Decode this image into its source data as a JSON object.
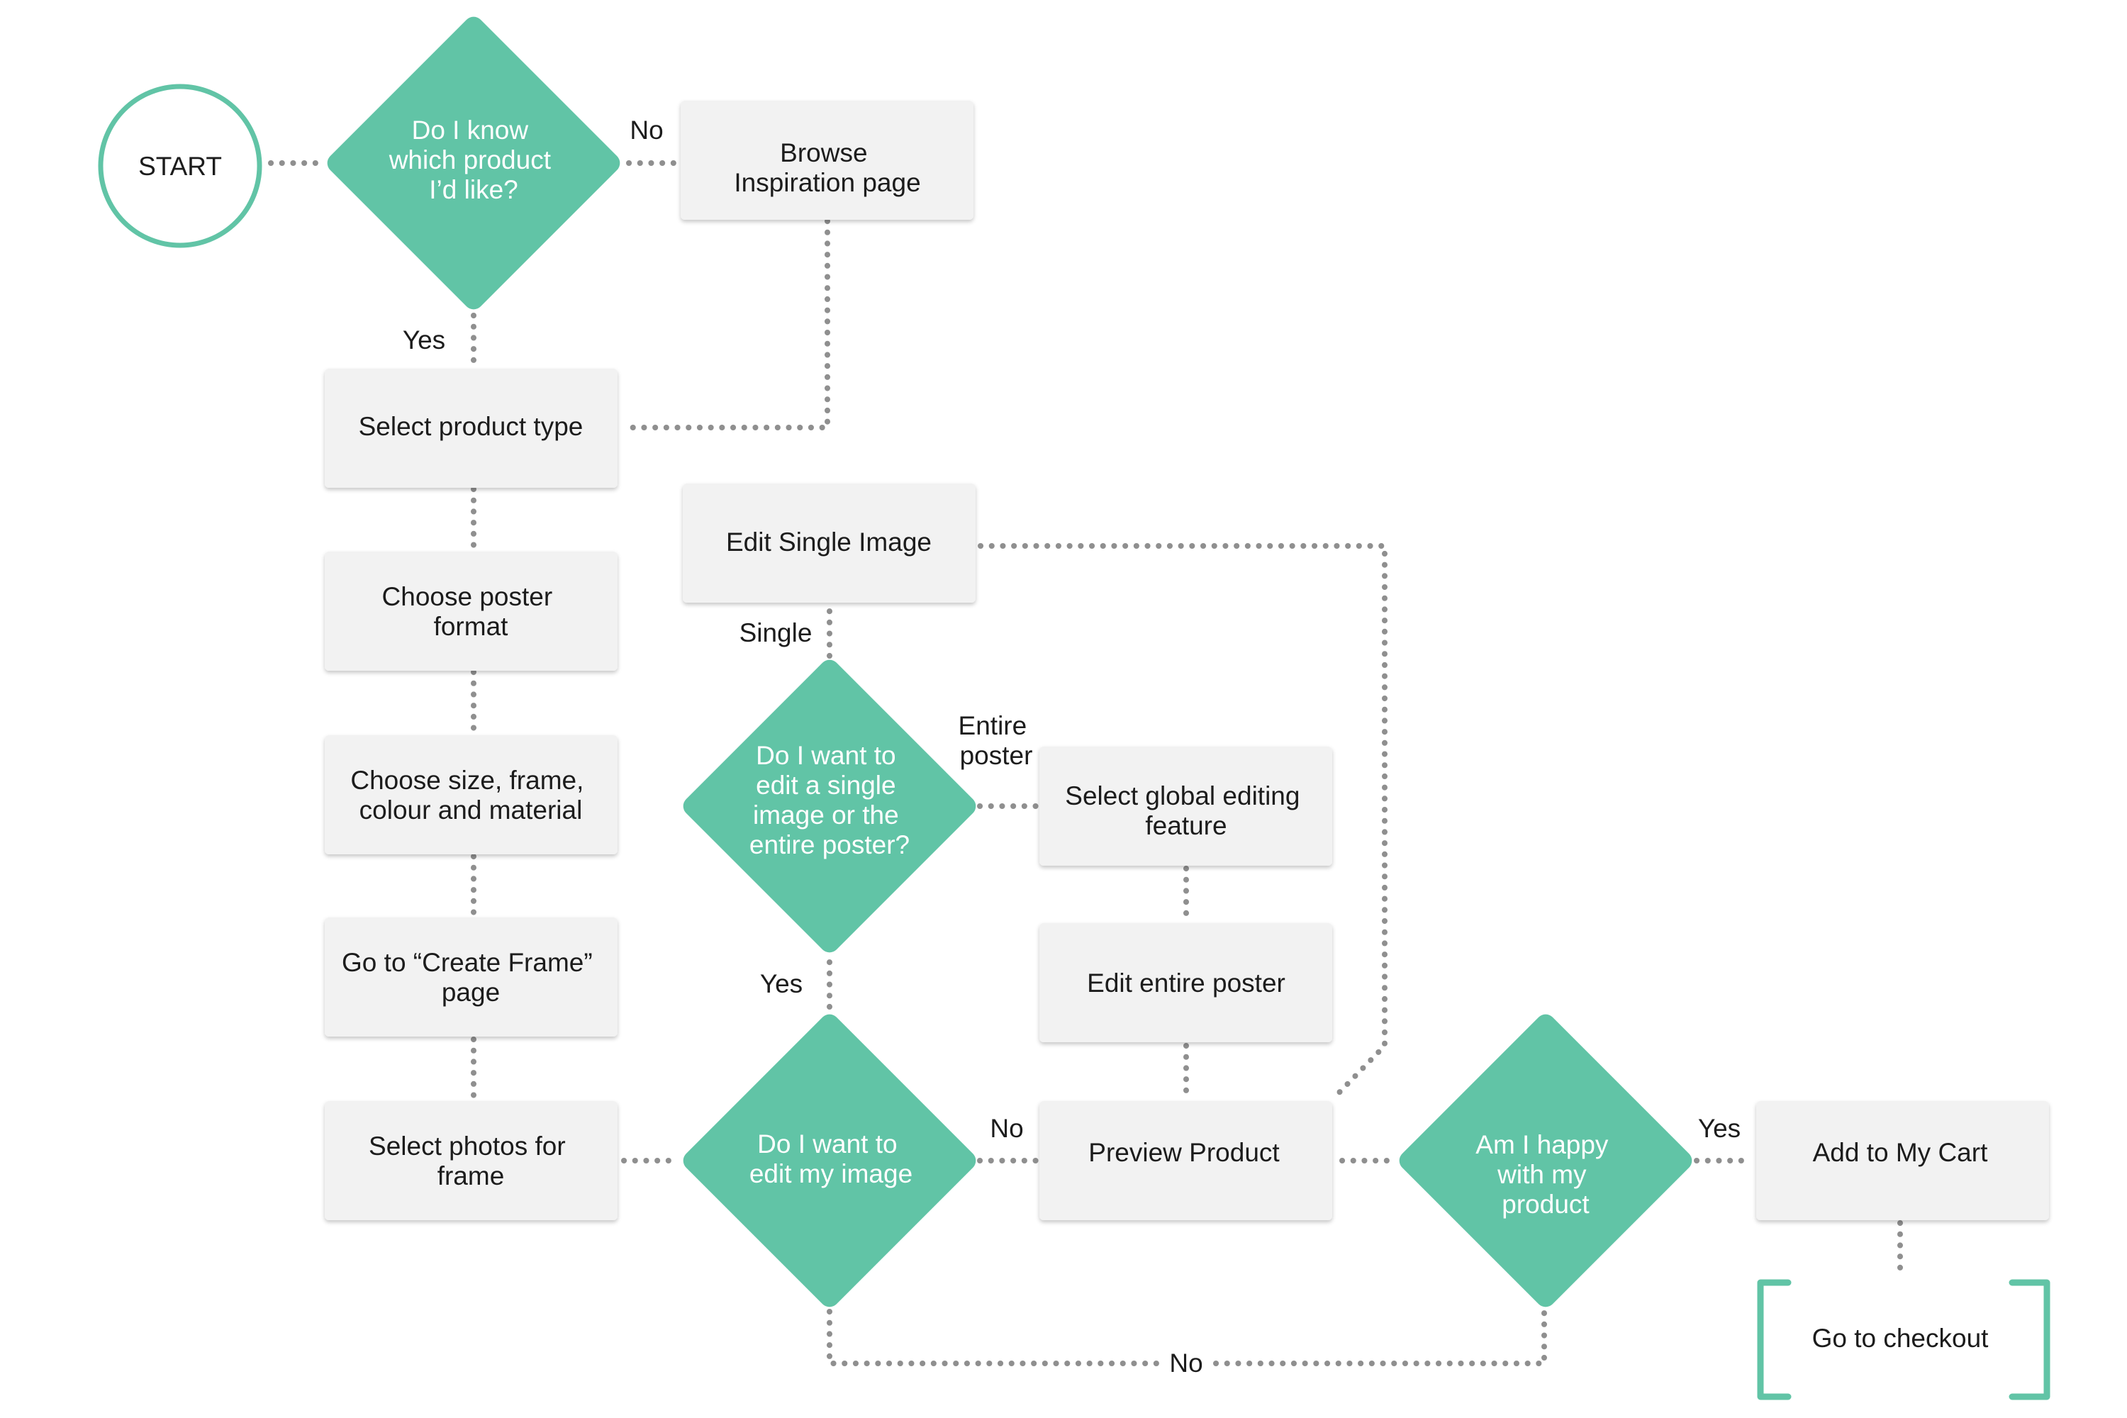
{
  "start": {
    "label": "START"
  },
  "diamonds": {
    "know_product": [
      "Do I know",
      "which product",
      "I’d like?"
    ],
    "single_or_entire": [
      "Do I want to",
      "edit a single",
      "image or the",
      "entire poster?"
    ],
    "edit_image": [
      "Do I want to",
      "edit my image"
    ],
    "happy": [
      "Am I happy",
      "with my",
      "product"
    ]
  },
  "boxes": {
    "browse": [
      "Browse",
      "Inspiration page"
    ],
    "select_type": [
      "Select product type"
    ],
    "poster_format": [
      "Choose poster",
      "format"
    ],
    "size_frame": [
      "Choose size, frame,",
      "colour and material"
    ],
    "create_frame": [
      "Go to “Create Frame”",
      "page"
    ],
    "select_photos": [
      "Select photos for",
      "frame"
    ],
    "edit_single": [
      "Edit Single Image"
    ],
    "global_edit": [
      "Select global editing",
      "feature"
    ],
    "edit_entire": [
      "Edit entire poster"
    ],
    "preview": [
      "Preview Product"
    ],
    "add_cart": [
      "Add to My Cart"
    ],
    "checkout": [
      "Go to checkout"
    ]
  },
  "edge_labels": {
    "no_browse": "No",
    "yes_select": "Yes",
    "single": "Single",
    "entire_poster": [
      "Entire",
      "poster"
    ],
    "yes_edit": "Yes",
    "no_preview": "No",
    "yes_cart": "Yes",
    "no_loop": "No"
  },
  "colors": {
    "accent": "#61c4a6",
    "box_fill": "#f2f2f2",
    "connector": "#8f8f8f",
    "text": "#1c1c1c"
  }
}
